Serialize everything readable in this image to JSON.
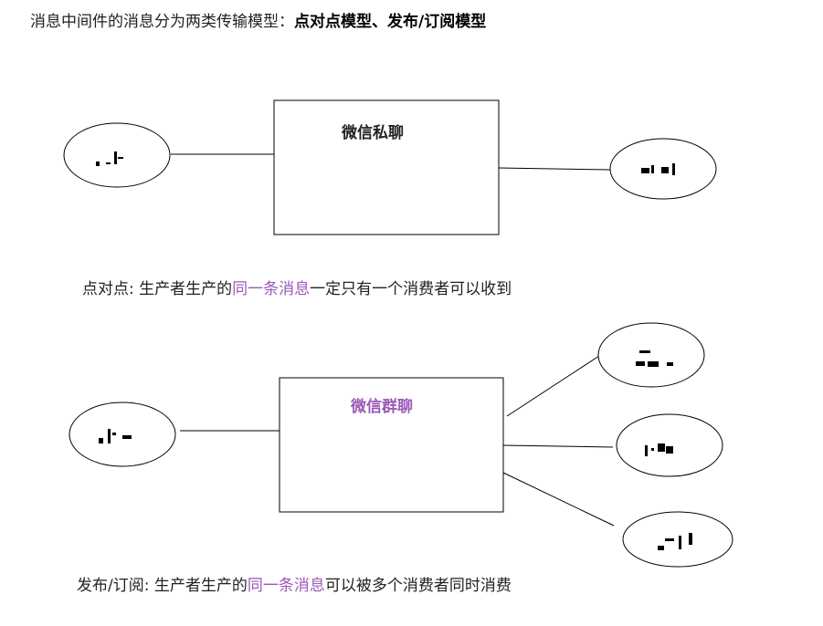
{
  "heading": {
    "intro": "消息中间件的消息分为两类传输模型：",
    "models": "点对点模型、发布/订阅模型"
  },
  "point_to_point": {
    "box_title": "微信私聊",
    "caption_prefix": "点对点: 生产者生产的",
    "caption_highlight": "同一条消息",
    "caption_suffix": "一定只有一个消费者可以收到"
  },
  "publish_subscribe": {
    "box_title": "微信群聊",
    "caption_prefix": "发布/订阅: 生产者生产的",
    "caption_highlight": "同一条消息",
    "caption_suffix": "可以被多个消费者同时消费"
  },
  "colors": {
    "highlight": "#9b59b6",
    "box_title_p2p": "#222222",
    "box_title_pubsub": "#9b59b6",
    "stroke": "#000000"
  }
}
